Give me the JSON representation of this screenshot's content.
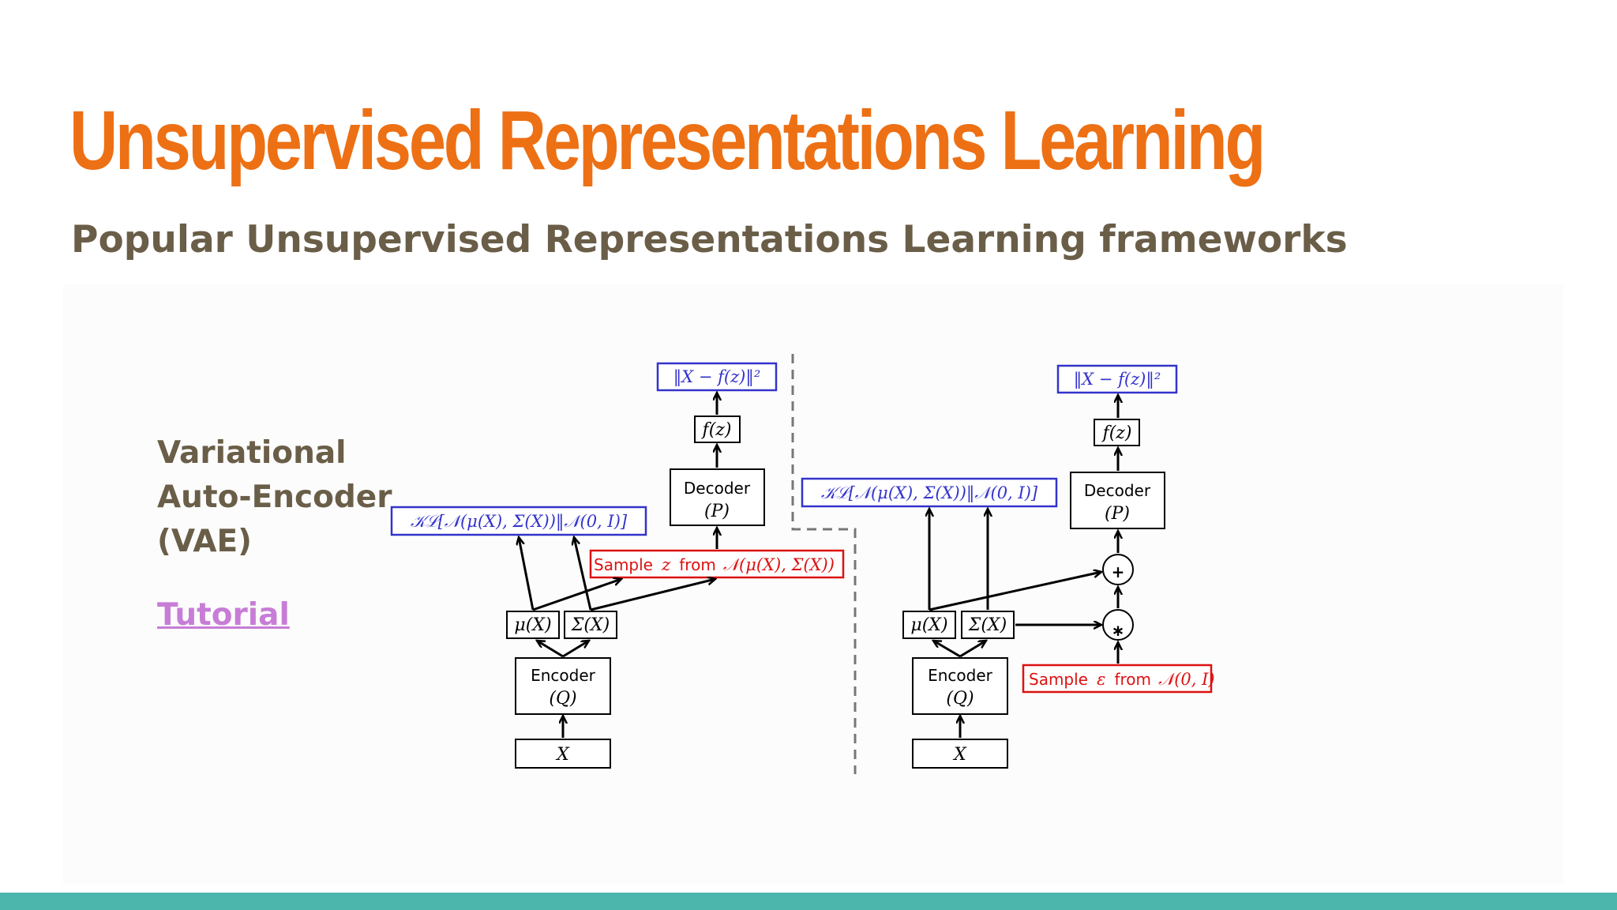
{
  "slide": {
    "title": "Unsupervised Representations Learning",
    "subtitle": "Popular Unsupervised Representations Learning frameworks",
    "side_label_lines": [
      "Variational",
      "Auto-Encoder",
      "(VAE)"
    ],
    "link_text": "Tutorial"
  },
  "diagram": {
    "left": {
      "loss": "‖X − f(z)‖²",
      "fz": "f(z)",
      "decoder": "Decoder",
      "decoder_sym": "(P)",
      "kl": "𝒦ℒ[𝒩(μ(X), Σ(X))‖𝒩(0, I)]",
      "sample_prefix": "Sample",
      "sample_var": "z",
      "sample_mid": "from",
      "sample_dist": "𝒩(μ(X), Σ(X))",
      "mu": "μ(X)",
      "sigma": "Σ(X)",
      "encoder": "Encoder",
      "encoder_sym": "(Q)",
      "x": "X"
    },
    "right": {
      "loss": "‖X − f(z)‖²",
      "fz": "f(z)",
      "decoder": "Decoder",
      "decoder_sym": "(P)",
      "kl": "𝒦ℒ[𝒩(μ(X), Σ(X))‖𝒩(0, I)]",
      "plus": "+",
      "times": "∗",
      "mu": "μ(X)",
      "sigma": "Σ(X)",
      "sample_prefix": "Sample",
      "sample_var": "ε",
      "sample_mid": "from",
      "sample_dist": "𝒩(0, I)",
      "encoder": "Encoder",
      "encoder_sym": "(Q)",
      "x": "X"
    }
  },
  "colors": {
    "title": "#ED7014",
    "subtitle": "#6A5E48",
    "side_label": "#6A5E48",
    "link": "#C77DD6",
    "bottom_bar": "#4DB6AC",
    "blue": "#3333CC",
    "red": "#DD1111",
    "divider": "#777777"
  }
}
